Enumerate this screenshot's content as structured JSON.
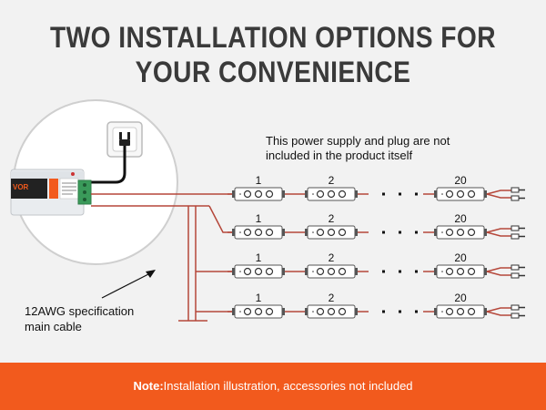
{
  "title": {
    "line1": "TWO INSTALLATION OPTIONS FOR",
    "line2": "YOUR CONVENIENCE"
  },
  "power_note": {
    "line1": "This power supply and plug are not",
    "line2": "included in the product itself"
  },
  "cable_label": {
    "line1": "12AWG specification",
    "line2": "main cable"
  },
  "footer": {
    "bold": "Note:",
    "text": "Installation illustration, accessories not included",
    "color": "#f25a1d"
  },
  "power_supply": {
    "brand": "VOR"
  },
  "module_strings": [
    {
      "labels": [
        "1",
        "2",
        "20"
      ]
    },
    {
      "labels": [
        "1",
        "2",
        "20"
      ]
    },
    {
      "labels": [
        "1",
        "2",
        "20"
      ]
    },
    {
      "labels": [
        "1",
        "2",
        "20"
      ]
    }
  ],
  "colors": {
    "wire": "#b5473a",
    "accent": "#f25a1d",
    "terminal": "#3a9a5a"
  }
}
